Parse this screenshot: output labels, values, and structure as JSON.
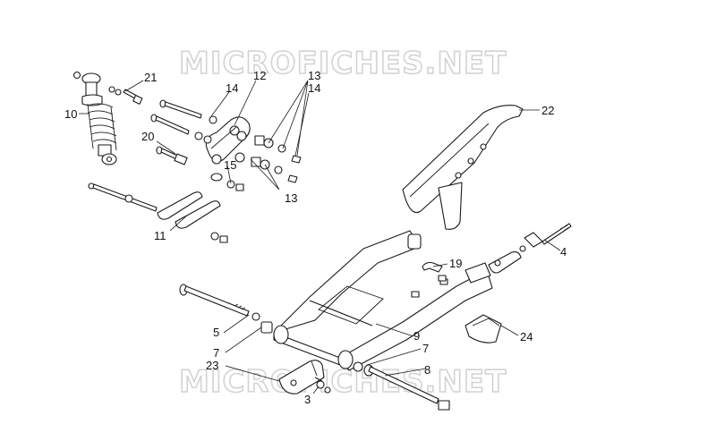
{
  "watermark": "MICROFICHES.NET",
  "callouts": {
    "c1": "21",
    "c2": "12",
    "c3": "14",
    "c4": "13",
    "c5": "14",
    "c6": "10",
    "c7": "20",
    "c8": "15",
    "c9": "13",
    "c10": "22",
    "c11": "11",
    "c12": "19",
    "c13": "4",
    "c14": "5",
    "c15": "9",
    "c16": "7",
    "c17": "7",
    "c18": "23",
    "c19": "8",
    "c20": "24",
    "c21": "3"
  }
}
